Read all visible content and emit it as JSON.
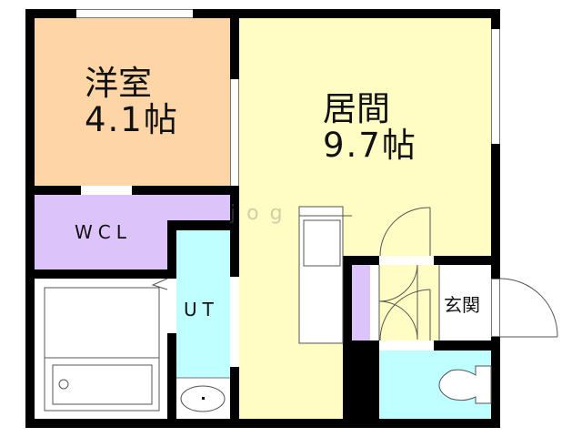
{
  "floorplan": {
    "rooms": {
      "western_room": {
        "name": "洋室",
        "size": "4.1帖",
        "color": "#FDD5A6"
      },
      "living_room": {
        "name": "居間",
        "size": "9.7帖",
        "color": "#FFFDC3"
      },
      "walk_in_closet": {
        "name": "WCL",
        "color": "#DCC3FA"
      },
      "utility": {
        "name": "UT",
        "color": "#BFFFFF"
      },
      "entrance": {
        "name": "玄関",
        "color": "#FFFFFF"
      },
      "toilet": {
        "color": "#BFFFFF"
      },
      "bathroom": {
        "color": "#FFFFFF"
      }
    },
    "watermark": "jog",
    "colors": {
      "wall": "#000000",
      "window": "#FFFFFF",
      "line": "#555555"
    }
  }
}
